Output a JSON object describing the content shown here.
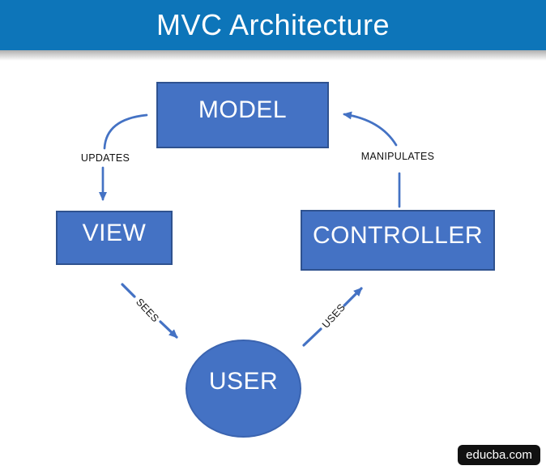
{
  "header": {
    "title": "MVC Architecture"
  },
  "diagram": {
    "nodes": [
      {
        "id": "model",
        "label": "MODEL",
        "shape": "rectangle"
      },
      {
        "id": "view",
        "label": "VIEW",
        "shape": "rectangle"
      },
      {
        "id": "controller",
        "label": "CONTROLLER",
        "shape": "rectangle"
      },
      {
        "id": "user",
        "label": "USER",
        "shape": "ellipse"
      }
    ],
    "edges": [
      {
        "from": "model",
        "to": "view",
        "label": "UPDATES",
        "style": "solid"
      },
      {
        "from": "controller",
        "to": "model",
        "label": "MANIPULATES",
        "style": "solid"
      },
      {
        "from": "view",
        "to": "user",
        "label": "SEES",
        "style": "dashed"
      },
      {
        "from": "user",
        "to": "controller",
        "label": "USES",
        "style": "dashed"
      }
    ],
    "colors": {
      "header_bg": "#0d75b9",
      "node_fill": "#4472c4",
      "node_border": "#2f528f",
      "arrow": "#4472c4",
      "node_text": "#ffffff",
      "edge_label_text": "#111111",
      "watermark_bg": "#111111",
      "watermark_text": "#ffffff"
    }
  },
  "footer": {
    "watermark": "educba.com"
  }
}
